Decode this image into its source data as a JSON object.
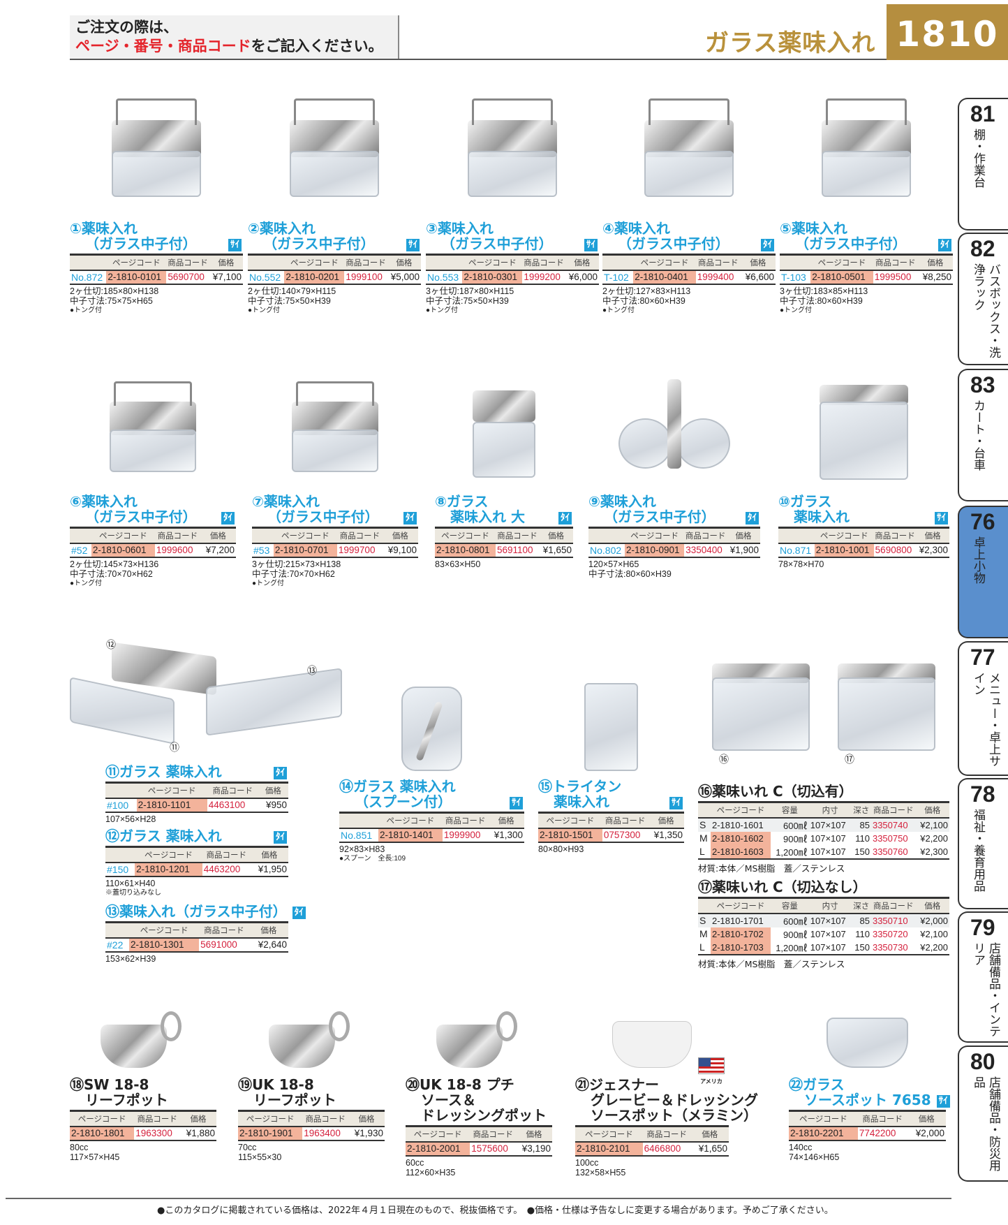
{
  "header": {
    "note_line1": "ご注文の際は、",
    "note_red": "ページ・番号・商品コード",
    "note_rest": "をご記入ください。",
    "category_title": "ガラス薬味入れ",
    "page_number": "1810"
  },
  "table_headers": {
    "page_code": "ページコード",
    "product_code": "商品コード",
    "price": "価格",
    "capacity": "容量",
    "inner": "内寸",
    "depth": "深さ"
  },
  "tabs": [
    {
      "num": "81",
      "label": "棚・作業台"
    },
    {
      "num": "82",
      "label": "バスボックス・洗浄ラック"
    },
    {
      "num": "83",
      "label": "カート・台車"
    },
    {
      "num": "76",
      "label": "卓上小物",
      "active": true
    },
    {
      "num": "77",
      "label": "メニュー・卓上サイン"
    },
    {
      "num": "78",
      "label": "福祉・養育用品"
    },
    {
      "num": "79",
      "label": "店舗備品・インテリア"
    },
    {
      "num": "80",
      "label": "店舗備品・防災用品"
    }
  ],
  "products": [
    {
      "title1": "①薬味入れ",
      "title2": "（ガラス中子付）",
      "badge": "ｻｲ",
      "model": "No.872",
      "page_code": "2-1810-0101",
      "product_code": "5690700",
      "price": "¥7,100",
      "specs": [
        "2ヶ仕切:185×80×H138",
        "中子寸法:75×75×H65",
        "●トング付"
      ]
    },
    {
      "title1": "②薬味入れ",
      "title2": "（ガラス中子付）",
      "badge": "ｻｲ",
      "model": "No.552",
      "page_code": "2-1810-0201",
      "product_code": "1999100",
      "price": "¥5,000",
      "specs": [
        "2ヶ仕切:140×79×H115",
        "中子寸法:75×50×H39",
        "●トング付"
      ]
    },
    {
      "title1": "③薬味入れ",
      "title2": "（ガラス中子付）",
      "badge": "ｻｲ",
      "model": "No.553",
      "page_code": "2-1810-0301",
      "product_code": "1999200",
      "price": "¥6,000",
      "specs": [
        "3ヶ仕切:187×80×H115",
        "中子寸法:75×50×H39",
        "●トング付"
      ]
    },
    {
      "title1": "④薬味入れ",
      "title2": "（ガラス中子付）",
      "badge": "ﾀｲ",
      "model": "T-102",
      "page_code": "2-1810-0401",
      "product_code": "1999400",
      "price": "¥6,600",
      "specs": [
        "2ヶ仕切:127×83×H113",
        "中子寸法:80×60×H39",
        "●トング付"
      ]
    },
    {
      "title1": "⑤薬味入れ",
      "title2": "（ガラス中子付）",
      "badge": "ﾀｲ",
      "model": "T-103",
      "page_code": "2-1810-0501",
      "product_code": "1999500",
      "price": "¥8,250",
      "specs": [
        "3ヶ仕切:183×85×H113",
        "中子寸法:80×60×H39",
        "●トング付"
      ]
    },
    {
      "title1": "⑥薬味入れ",
      "title2": "（ガラス中子付）",
      "badge": "ﾀｲ",
      "model": "#52",
      "page_code": "2-1810-0601",
      "product_code": "1999600",
      "price": "¥7,200",
      "specs": [
        "2ヶ仕切:145×73×H136",
        "中子寸法:70×70×H62",
        "●トング付"
      ]
    },
    {
      "title1": "⑦薬味入れ",
      "title2": "（ガラス中子付）",
      "badge": "ﾀｲ",
      "model": "#53",
      "page_code": "2-1810-0701",
      "product_code": "1999700",
      "price": "¥9,100",
      "specs": [
        "3ヶ仕切:215×73×H138",
        "中子寸法:70×70×H62",
        "●トング付"
      ]
    },
    {
      "title1": "⑧ガラス",
      "title2": "薬味入れ 大",
      "badge": "ﾀｲ",
      "model": "",
      "page_code": "2-1810-0801",
      "product_code": "5691100",
      "price": "¥1,650",
      "specs": [
        "83×63×H50"
      ]
    },
    {
      "title1": "⑨薬味入れ",
      "title2": "（ガラス中子付）",
      "badge": "ﾀｲ",
      "model": "No.802",
      "page_code": "2-1810-0901",
      "product_code": "3350400",
      "price": "¥1,900",
      "specs": [
        "120×57×H65",
        "中子寸法:80×60×H39"
      ]
    },
    {
      "title1": "⑩ガラス",
      "title2": "薬味入れ",
      "badge": "ｻｲ",
      "model": "No.871",
      "page_code": "2-1810-1001",
      "product_code": "5690800",
      "price": "¥2,300",
      "specs": [
        "78×78×H70"
      ]
    },
    {
      "title1": "⑪ガラス 薬味入れ",
      "title2": "",
      "badge": "ﾀｲ",
      "model": "#100",
      "page_code": "2-1810-1101",
      "product_code": "4463100",
      "price": "¥950",
      "specs": [
        "107×56×H28"
      ]
    },
    {
      "title1": "⑫ガラス 薬味入れ",
      "title2": "",
      "badge": "ﾀｲ",
      "model": "#150",
      "page_code": "2-1810-1201",
      "product_code": "4463200",
      "price": "¥1,950",
      "specs": [
        "110×61×H40",
        "※蓋切り込みなし"
      ]
    },
    {
      "title1": "⑬薬味入れ（ガラス中子付）",
      "title2": "",
      "badge": "ﾀｲ",
      "model": "#22",
      "page_code": "2-1810-1301",
      "product_code": "5691000",
      "price": "¥2,640",
      "specs": [
        "153×62×H39"
      ]
    },
    {
      "title1": "⑭ガラス 薬味入れ",
      "title2": "（スプーン付）",
      "badge": "ｻｲ",
      "model": "No.851",
      "page_code": "2-1810-1401",
      "product_code": "1999900",
      "price": "¥1,300",
      "specs": [
        "92×83×H83",
        "●スプーン　全長:109"
      ]
    },
    {
      "title1": "⑮トライタン",
      "title2": "薬味入れ",
      "badge": "ｻｲ",
      "model": "",
      "page_code": "2-1810-1501",
      "product_code": "0757300",
      "price": "¥1,350",
      "specs": [
        "80×80×H93"
      ]
    },
    {
      "title1": "⑱SW 18-8",
      "title2": "リーフポット",
      "badge": "",
      "model": "",
      "page_code": "2-1810-1801",
      "product_code": "1963300",
      "price": "¥1,880",
      "specs": [
        "80cc",
        "117×57×H45"
      ]
    },
    {
      "title1": "⑲UK 18-8",
      "title2": "リーフポット",
      "badge": "",
      "model": "",
      "page_code": "2-1810-1901",
      "product_code": "1963400",
      "price": "¥1,930",
      "specs": [
        "70cc",
        "115×55×30"
      ]
    },
    {
      "title1": "⑳UK 18-8 プチ",
      "title2": "ソース＆",
      "title3": "ドレッシングポット",
      "badge": "",
      "model": "",
      "page_code": "2-1810-2001",
      "product_code": "1575600",
      "price": "¥3,190",
      "specs": [
        "60cc",
        "112×60×H35"
      ]
    },
    {
      "title1": "㉑ジェスナー",
      "title2": "グレービー＆ドレッシング",
      "title3": "ソースポット（メラミン）",
      "badge": "",
      "flag_label": "アメリカ",
      "model": "",
      "page_code": "2-1810-2101",
      "product_code": "6466800",
      "price": "¥1,650",
      "specs": [
        "100cc",
        "132×58×H55"
      ]
    },
    {
      "title1": "㉒ガラス",
      "title2": "ソースポット 7658",
      "badge": "ｻｲ",
      "model": "",
      "page_code": "2-1810-2201",
      "product_code": "7742200",
      "price": "¥2,000",
      "specs": [
        "140cc",
        "74×146×H65"
      ]
    }
  ],
  "photo_labels": {
    "p11": "⑪",
    "p12": "⑫",
    "p13": "⑬",
    "p16": "⑯",
    "p17": "⑰"
  },
  "variant_tables": [
    {
      "title": "⑯薬味いれ C（切込有）",
      "rows": [
        {
          "size": "S",
          "page_code": "2-1810-1601",
          "capacity": "600㎖",
          "inner": "107×107",
          "depth": "85",
          "product_code": "3350740",
          "price": "¥2,100"
        },
        {
          "size": "M",
          "page_code": "2-1810-1602",
          "capacity": "900㎖",
          "inner": "107×107",
          "depth": "110",
          "product_code": "3350750",
          "price": "¥2,200"
        },
        {
          "size": "L",
          "page_code": "2-1810-1603",
          "capacity": "1,200㎖",
          "inner": "107×107",
          "depth": "150",
          "product_code": "3350760",
          "price": "¥2,300"
        }
      ],
      "note": "材質:本体／MS樹脂　蓋／ステンレス"
    },
    {
      "title": "⑰薬味いれ C（切込なし）",
      "rows": [
        {
          "size": "S",
          "page_code": "2-1810-1701",
          "capacity": "600㎖",
          "inner": "107×107",
          "depth": "85",
          "product_code": "3350710",
          "price": "¥2,000"
        },
        {
          "size": "M",
          "page_code": "2-1810-1702",
          "capacity": "900㎖",
          "inner": "107×107",
          "depth": "110",
          "product_code": "3350720",
          "price": "¥2,100"
        },
        {
          "size": "L",
          "page_code": "2-1810-1703",
          "capacity": "1,200㎖",
          "inner": "107×107",
          "depth": "150",
          "product_code": "3350730",
          "price": "¥2,200"
        }
      ],
      "note": "材質:本体／MS樹脂　蓋／ステンレス"
    }
  ],
  "footer": "●このカタログに掲載されている価格は、2022年４月１日現在のもので、税抜価格です。　●価格・仕様は予告なしに変更する場合があります。予めご了承ください。",
  "colors": {
    "accent_blue": "#1e9fd8",
    "gold": "#b58e3f",
    "code_bg": "#f3b39b",
    "code_red": "#d4213d",
    "tab_active": "#5a8fcd"
  }
}
